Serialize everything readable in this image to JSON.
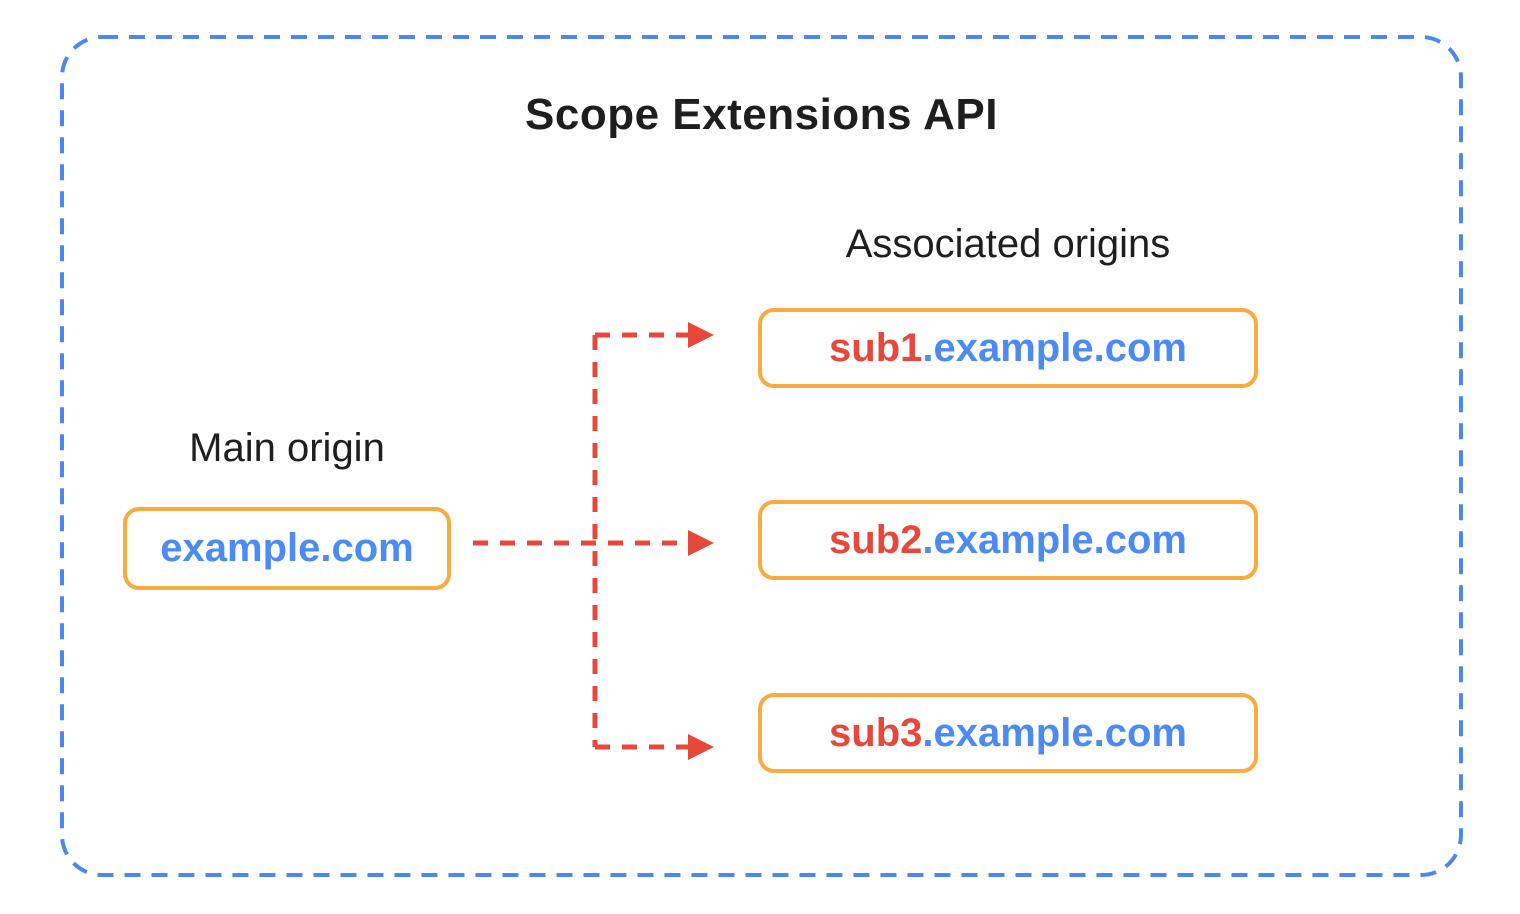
{
  "title": "Scope Extensions API",
  "main_origin": {
    "label": "Main origin",
    "domain": "example.com"
  },
  "associated_origins": {
    "label": "Associated origins",
    "items": [
      {
        "prefix": "sub1",
        "suffix": ".example.com"
      },
      {
        "prefix": "sub2",
        "suffix": ".example.com"
      },
      {
        "prefix": "sub3",
        "suffix": ".example.com"
      }
    ]
  },
  "colors": {
    "frame_blue": "#4B87EF",
    "box_border_orange": "#F9AB40",
    "domain_blue": "#4C8BF4",
    "subdomain_red": "#E8473B",
    "arrow_red": "#E8473B",
    "text_black": "#1E1E1E",
    "background": "#FFFFFF"
  }
}
